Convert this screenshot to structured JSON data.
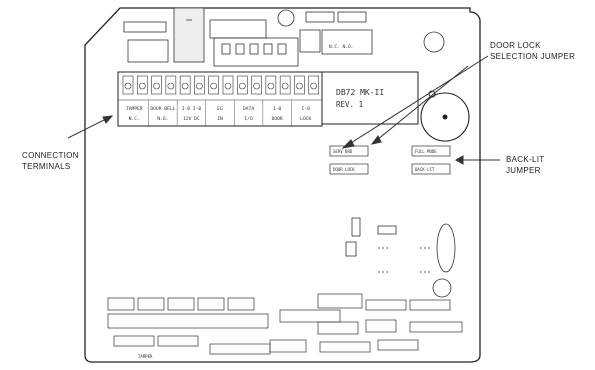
{
  "callouts": {
    "door_lock_jumper": [
      "DOOR LOCK",
      "SELECTION JUMPER"
    ],
    "connection_terminals": [
      "CONNECTION",
      "TERMINALS"
    ],
    "backlit_jumper": [
      "BACK-LIT",
      "JUMPER"
    ]
  },
  "board": {
    "model_line1": "DB72 MK-II",
    "model_line2": "REV. 1",
    "terminal_groups": [
      {
        "top": "TAMPER",
        "bottom": "N.C."
      },
      {
        "top": "DOOR BELL",
        "bottom": "N.O."
      },
      {
        "top": "I-0   I-0",
        "bottom": "12V DC"
      },
      {
        "top": "EG",
        "bottom": "IN"
      },
      {
        "top": "DATA",
        "bottom": "I/O"
      },
      {
        "top": "I-0",
        "bottom": "DOOR"
      },
      {
        "top": "I-0",
        "bottom": "LOCK"
      }
    ],
    "jumper_door_lock_top": "SERV BRD",
    "jumper_door_lock_bottom": "DOOR LOCK",
    "jumper_backlit_top": "FULL MODE",
    "jumper_backlit_bottom": "BACK-LIT",
    "bottom_label": "TAMPER",
    "nc_no_label": "N.C. N.O."
  }
}
